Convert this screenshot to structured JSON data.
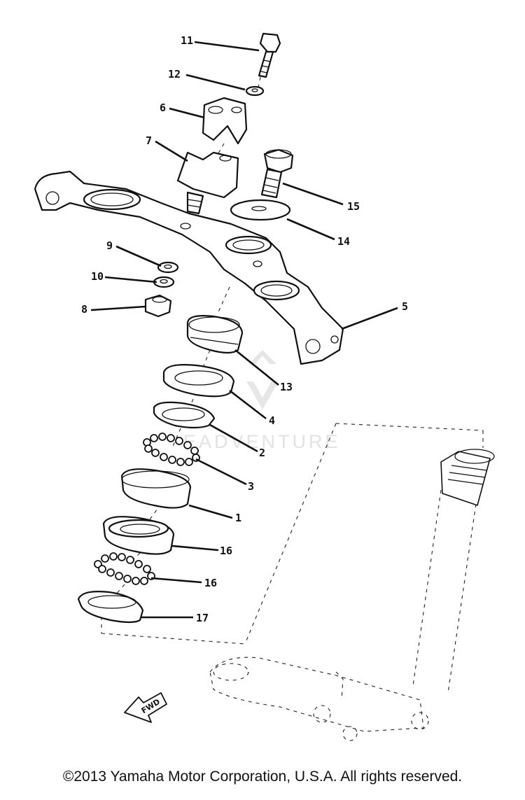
{
  "diagram": {
    "watermark_text": "EADVENTURE",
    "fwd_label": "FWD",
    "callouts": [
      {
        "id": "11",
        "label": "11"
      },
      {
        "id": "12",
        "label": "12"
      },
      {
        "id": "6",
        "label": "6"
      },
      {
        "id": "7",
        "label": "7"
      },
      {
        "id": "15a",
        "label": "15"
      },
      {
        "id": "14",
        "label": "14"
      },
      {
        "id": "9",
        "label": "9"
      },
      {
        "id": "10",
        "label": "10"
      },
      {
        "id": "8",
        "label": "8"
      },
      {
        "id": "5",
        "label": "5"
      },
      {
        "id": "13",
        "label": "13"
      },
      {
        "id": "4",
        "label": "4"
      },
      {
        "id": "2",
        "label": "2"
      },
      {
        "id": "3",
        "label": "3"
      },
      {
        "id": "1",
        "label": "1"
      },
      {
        "id": "16a",
        "label": "16"
      },
      {
        "id": "16b",
        "label": "16"
      },
      {
        "id": "17",
        "label": "17"
      }
    ]
  },
  "footer": {
    "copyright": "©2013 Yamaha Motor Corporation, U.S.A. All rights reserved."
  },
  "colors": {
    "line": "#111111",
    "background": "#ffffff",
    "watermark": "#e2e2e2"
  }
}
